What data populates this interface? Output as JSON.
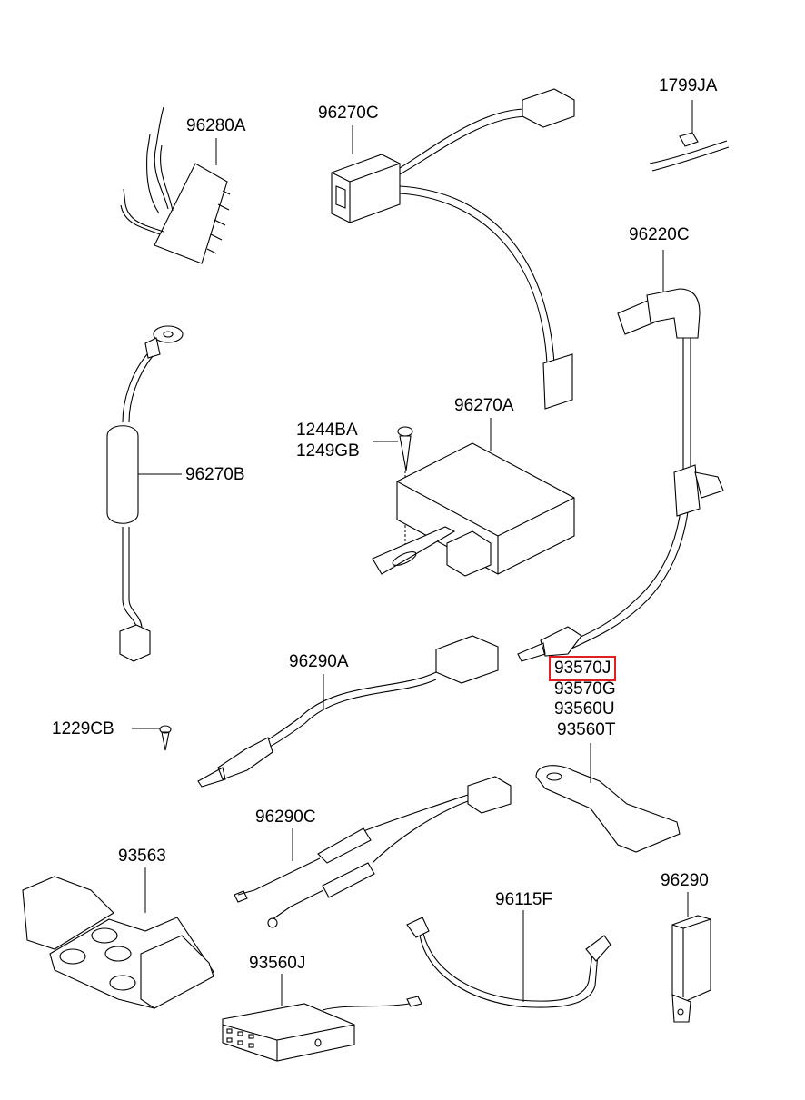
{
  "diagram": {
    "title": "Antenna / audio wiring parts diagram",
    "highlight_color": "#e02020",
    "parts": [
      {
        "id": "96280A",
        "label": "96280A"
      },
      {
        "id": "96270C",
        "label": "96270C"
      },
      {
        "id": "1799JA",
        "label": "1799JA"
      },
      {
        "id": "96220C",
        "label": "96220C"
      },
      {
        "id": "1244BA",
        "label": "1244BA"
      },
      {
        "id": "1249GB",
        "label": "1249GB"
      },
      {
        "id": "96270A",
        "label": "96270A"
      },
      {
        "id": "96270B",
        "label": "96270B"
      },
      {
        "id": "96290A",
        "label": "96290A"
      },
      {
        "id": "93570J",
        "label": "93570J",
        "highlighted": true
      },
      {
        "id": "93570G",
        "label": "93570G"
      },
      {
        "id": "93560U",
        "label": "93560U"
      },
      {
        "id": "93560T",
        "label": "93560T"
      },
      {
        "id": "1229CB",
        "label": "1229CB"
      },
      {
        "id": "96290C",
        "label": "96290C"
      },
      {
        "id": "93563",
        "label": "93563"
      },
      {
        "id": "96290",
        "label": "96290"
      },
      {
        "id": "96115F",
        "label": "96115F"
      },
      {
        "id": "93560J",
        "label": "93560J"
      }
    ]
  }
}
